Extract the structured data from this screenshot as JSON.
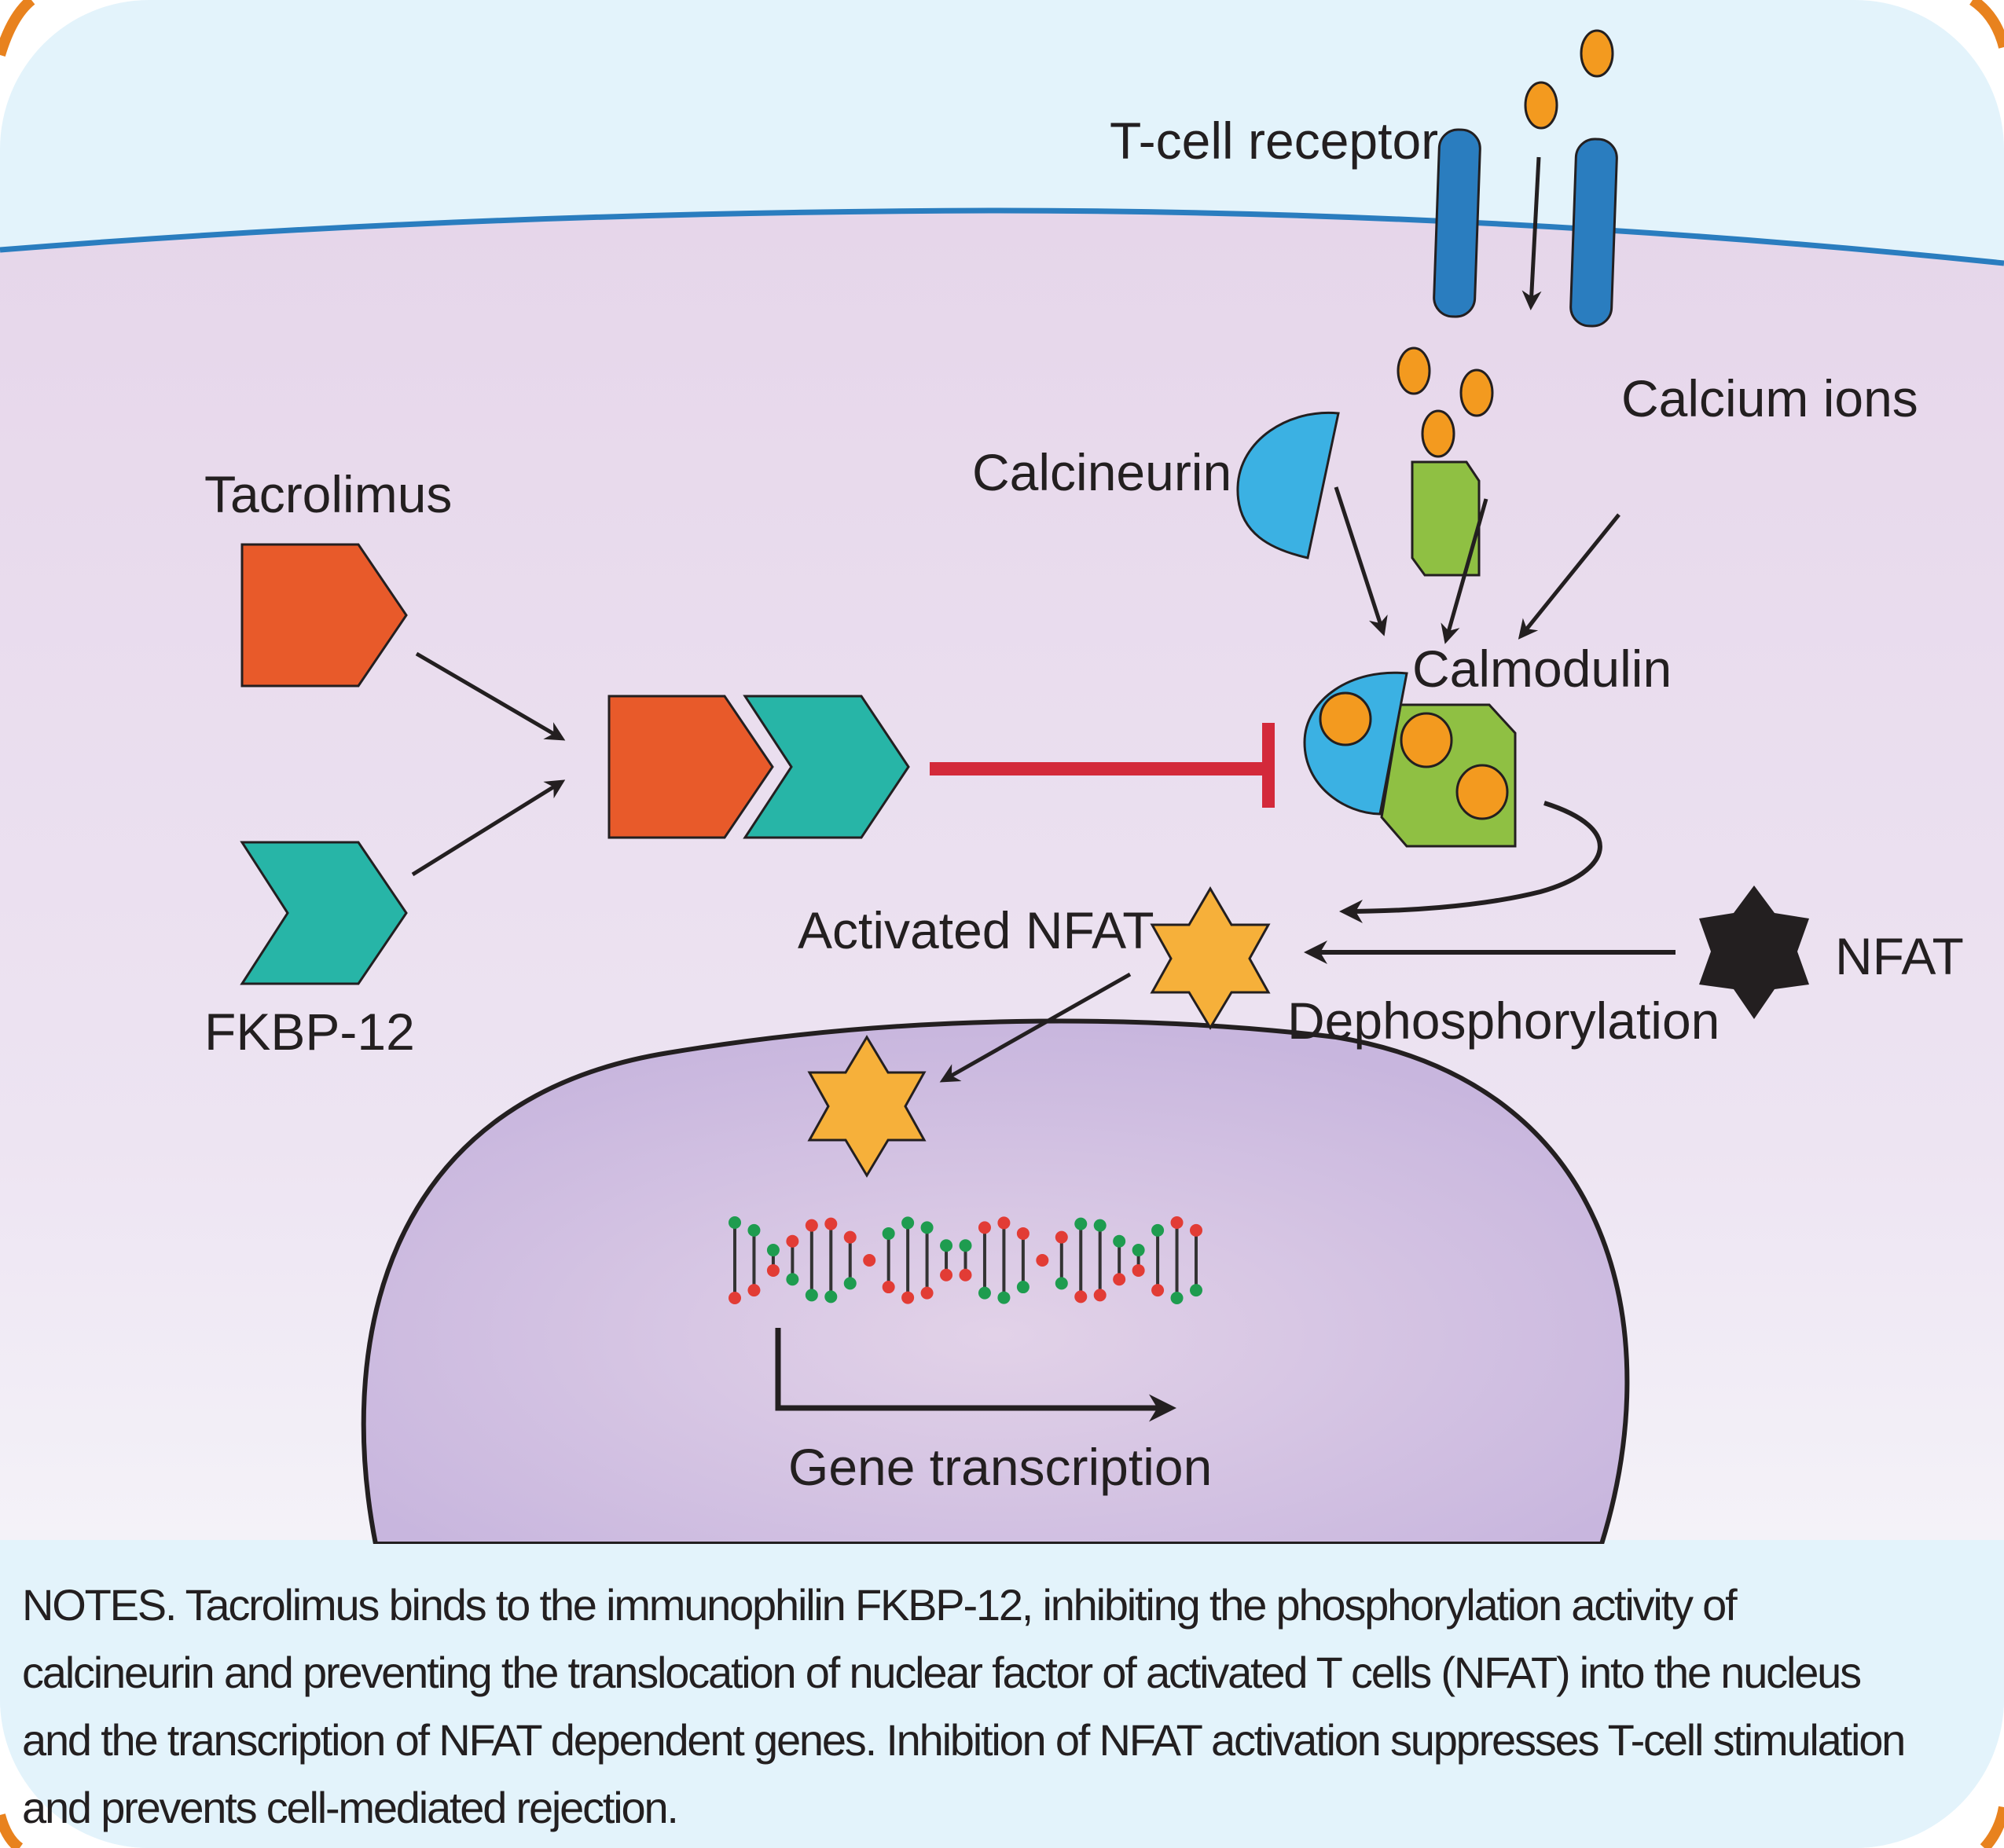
{
  "figure": {
    "title": "Tacrolimus mechanism of action",
    "colors": {
      "extracellular": "#e3f3fb",
      "cytoplasm": "#e6d6ea",
      "membrane": "#2a7dbf",
      "nucleus": "#d3c4e2",
      "frame": "#e8821e",
      "tacrolimus": "#e85a2a",
      "fkbp12": "#27b5a7",
      "calcineurin": "#3bb1e3",
      "calmodulin": "#8fc043",
      "calcium": "#f39a1f",
      "nfat_active": "#f6b03a",
      "nfat_inactive": "#231f20",
      "receptor": "#2a7dbf",
      "inhibition": "#d3293a",
      "dna_red": "#e23c35",
      "dna_green": "#1e9c4f"
    }
  },
  "labels": {
    "tcell_receptor": "T-cell receptor",
    "calcium_ions": "Calcium ions",
    "calcineurin": "Calcineurin",
    "calmodulin": "Calmodulin",
    "tacrolimus": "Tacrolimus",
    "fkbp12": "FKBP-12",
    "activated_nfat": "Activated NFAT",
    "nfat": "NFAT",
    "dephosphorylation": "Dephosphorylation",
    "gene_transcription": "Gene transcription"
  },
  "notes": {
    "lines": [
      "NOTES. Tacrolimus binds to the immunophilin FKBP-12, inhibiting the phosphorylation activity of",
      "calcineurin and preventing the translocation of nuclear factor of activated T cells (NFAT) into the nucleus",
      "and the transcription of NFAT dependent genes. Inhibition of NFAT activation suppresses T-cell stimulation",
      "and prevents cell-mediated rejection."
    ]
  }
}
